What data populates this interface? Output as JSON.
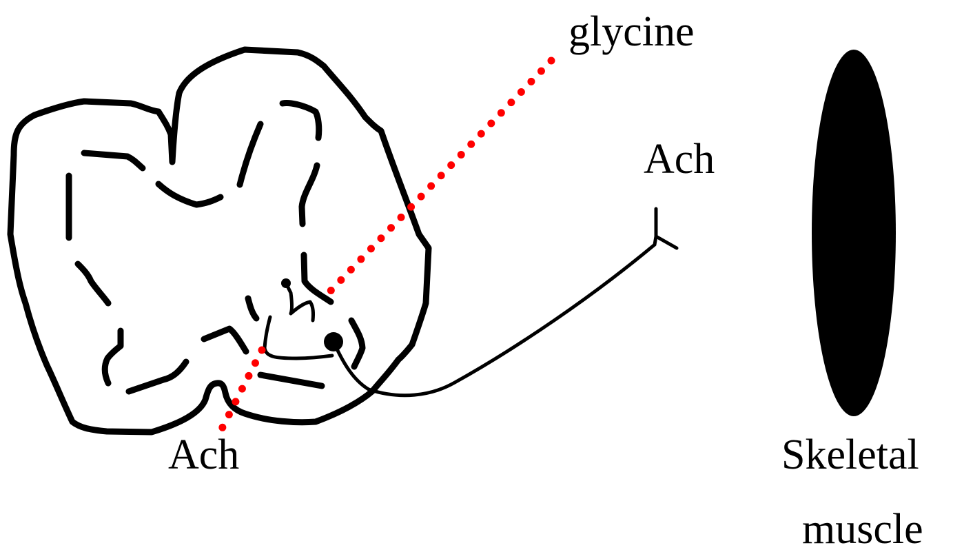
{
  "labels": {
    "glycine": "glycine",
    "ach_top": "Ach",
    "ach_bottom": "Ach",
    "skeletal_line1": "Skeletal",
    "skeletal_line2": "muscle"
  },
  "colors": {
    "line": "#000000",
    "dotted_path": "#ff0000",
    "background": "#ffffff"
  }
}
